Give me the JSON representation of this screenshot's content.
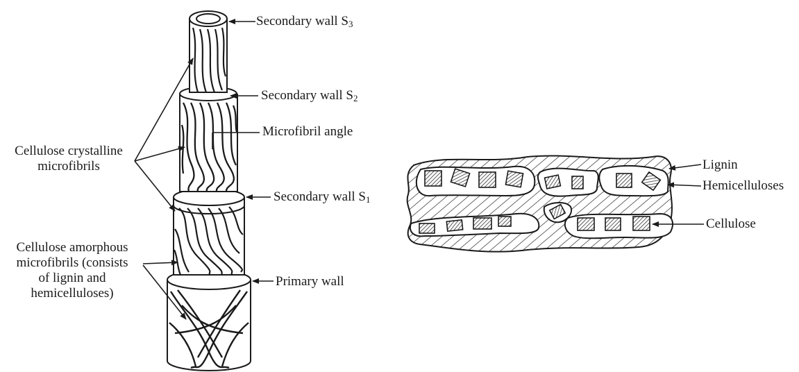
{
  "left_diagram": {
    "labels": {
      "s3": {
        "text": "Secondary wall S",
        "sub": "3"
      },
      "s2": {
        "text": "Secondary wall S",
        "sub": "2"
      },
      "angle": "Microfibril angle",
      "s1": {
        "text": "Secondary wall S",
        "sub": "1"
      },
      "primary": "Primary wall",
      "crystalline": [
        "Cellulose crystalline",
        "microfibrils"
      ],
      "amorphous": [
        "Cellulose amorphous",
        "microfibrils (consists",
        "of lignin and",
        "hemicelluloses)"
      ]
    }
  },
  "right_diagram": {
    "labels": {
      "lignin": "Lignin",
      "hemicelluloses": "Hemicelluloses",
      "cellulose": "Cellulose"
    }
  },
  "colors": {
    "ink": "#1a1a1a",
    "cellulose_fill": "#555555",
    "background": "#ffffff"
  }
}
